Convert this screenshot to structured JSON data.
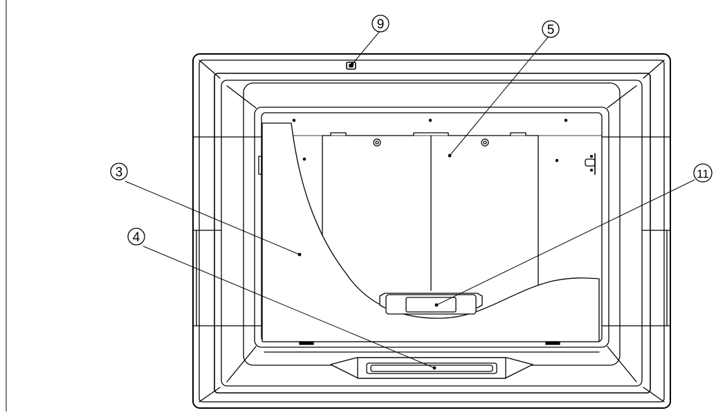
{
  "figure": {
    "callouts": [
      {
        "id": "9",
        "label": "9"
      },
      {
        "id": "5",
        "label": "5"
      },
      {
        "id": "3",
        "label": "3"
      },
      {
        "id": "4",
        "label": "4"
      },
      {
        "id": "11",
        "label": "11"
      }
    ],
    "colors": {
      "line": "#000000",
      "background": "#ffffff"
    }
  }
}
